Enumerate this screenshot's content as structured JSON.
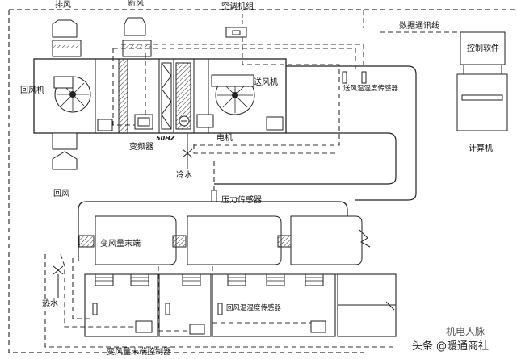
{
  "diagram": {
    "labels": {
      "exhaust_air": "排风",
      "fresh_air": "新风",
      "ahu": "空调机组",
      "data_comm": "数据通讯线",
      "control_software": "控制软件",
      "computer": "计算机",
      "return_fan": "回风机",
      "supply_fan": "送风机",
      "supply_sensor": "送风温湿度传感器",
      "vfd": "变频器",
      "freq": "50HZ",
      "motor": "电机",
      "cold_water": "冷水",
      "return_air": "回风",
      "pressure_sensor": "压力传感器",
      "vav_terminal": "变风量末端",
      "hot_water": "热水",
      "return_sensor": "回风温湿度传感器",
      "vav_controller": "变风量末端控制器"
    },
    "watermark": {
      "source": "头条",
      "handle": "@暖通商社",
      "overlay": "机电人脉"
    }
  }
}
